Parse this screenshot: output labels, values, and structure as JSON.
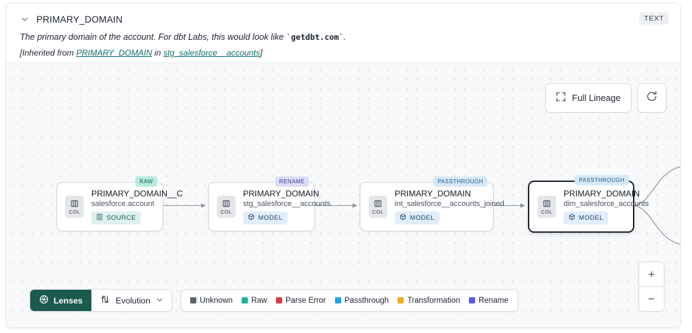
{
  "header": {
    "collapse_icon": "chevron-down-icon",
    "title": "PRIMARY_DOMAIN",
    "type_badge": "TEXT",
    "description_pre": "The primary domain of the account. For dbt Labs, this would look like ",
    "description_code": "getdbt.com",
    "description_post": ".",
    "inherited_prefix": "[Inherited from ",
    "inherited_column": "PRIMARY_DOMAIN",
    "inherited_middle": " in ",
    "inherited_table": "stg_salesforce__accounts",
    "inherited_suffix": "]"
  },
  "controls": {
    "full_lineage_label": "Full Lineage",
    "full_lineage_icon": "expand-icon",
    "refresh_icon": "refresh-icon",
    "zoom_in_label": "+",
    "zoom_out_label": "−"
  },
  "graph": {
    "nodes": [
      {
        "tag": "RAW",
        "tag_kind": "raw",
        "kind_label": "COL",
        "kind_icon": "columns-icon",
        "name": "PRIMARY_DOMAIN__C",
        "table": "salesforce.account",
        "chip_label": "SOURCE",
        "chip_kind": "source",
        "chip_icon": "database-icon",
        "selected": false
      },
      {
        "tag": "RENAME",
        "tag_kind": "rename",
        "kind_label": "COL",
        "kind_icon": "columns-icon",
        "name": "PRIMARY_DOMAIN",
        "table": "stg_salesforce__accounts",
        "chip_label": "MODEL",
        "chip_kind": "model",
        "chip_icon": "cube-icon",
        "selected": false
      },
      {
        "tag": "PASSTHROUGH",
        "tag_kind": "passthrough",
        "kind_label": "COL",
        "kind_icon": "columns-icon",
        "name": "PRIMARY_DOMAIN",
        "table": "int_salesforce__accounts_joined",
        "chip_label": "MODEL",
        "chip_kind": "model",
        "chip_icon": "cube-icon",
        "selected": false
      },
      {
        "tag": "PASSTHROUGH",
        "tag_kind": "passthrough",
        "kind_label": "COL",
        "kind_icon": "columns-icon",
        "name": "PRIMARY_DOMAIN",
        "table": "dim_salesforce_accounts",
        "chip_label": "MODEL",
        "chip_kind": "model",
        "chip_icon": "cube-icon",
        "selected": true
      }
    ]
  },
  "bottom": {
    "lenses_label": "Lenses",
    "lenses_icon": "aperture-icon",
    "evolution_label": "Evolution",
    "evolution_icon": "sort-updown-icon",
    "evolution_caret": "chevron-down-icon",
    "legend": [
      {
        "label": "Unknown",
        "color": "#5c6370"
      },
      {
        "label": "Raw",
        "color": "#16b394"
      },
      {
        "label": "Parse Error",
        "color": "#e03b3b"
      },
      {
        "label": "Passthrough",
        "color": "#1fa3e8"
      },
      {
        "label": "Transformation",
        "color": "#f0a81e"
      },
      {
        "label": "Rename",
        "color": "#5b54ee"
      }
    ]
  }
}
